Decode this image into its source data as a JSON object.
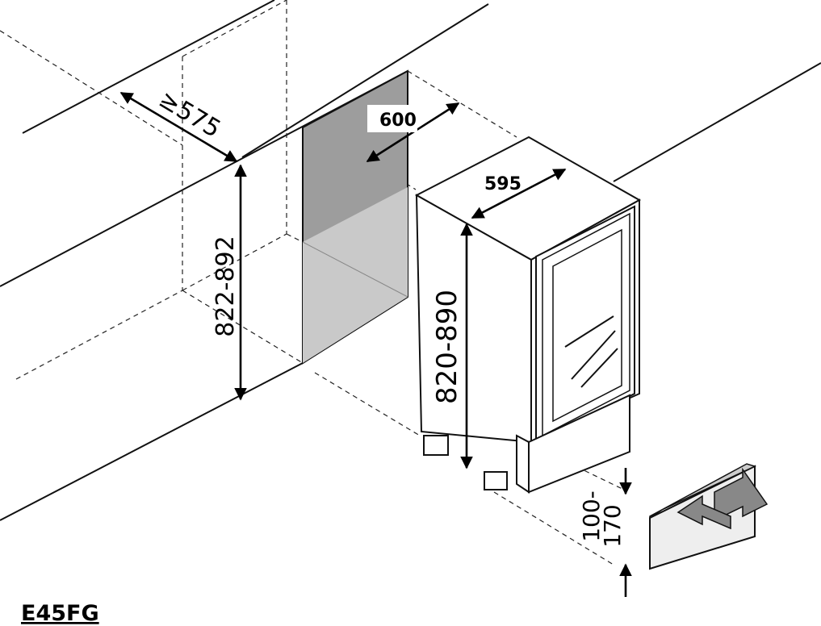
{
  "diagram": {
    "model": "E45FG",
    "dimensions": {
      "niche_depth": "≥575",
      "niche_width": "600",
      "niche_height": "822-892",
      "appliance_width": "595",
      "appliance_height": "820-890",
      "plinth_height_top": "100-",
      "plinth_height_bottom": "170"
    }
  }
}
